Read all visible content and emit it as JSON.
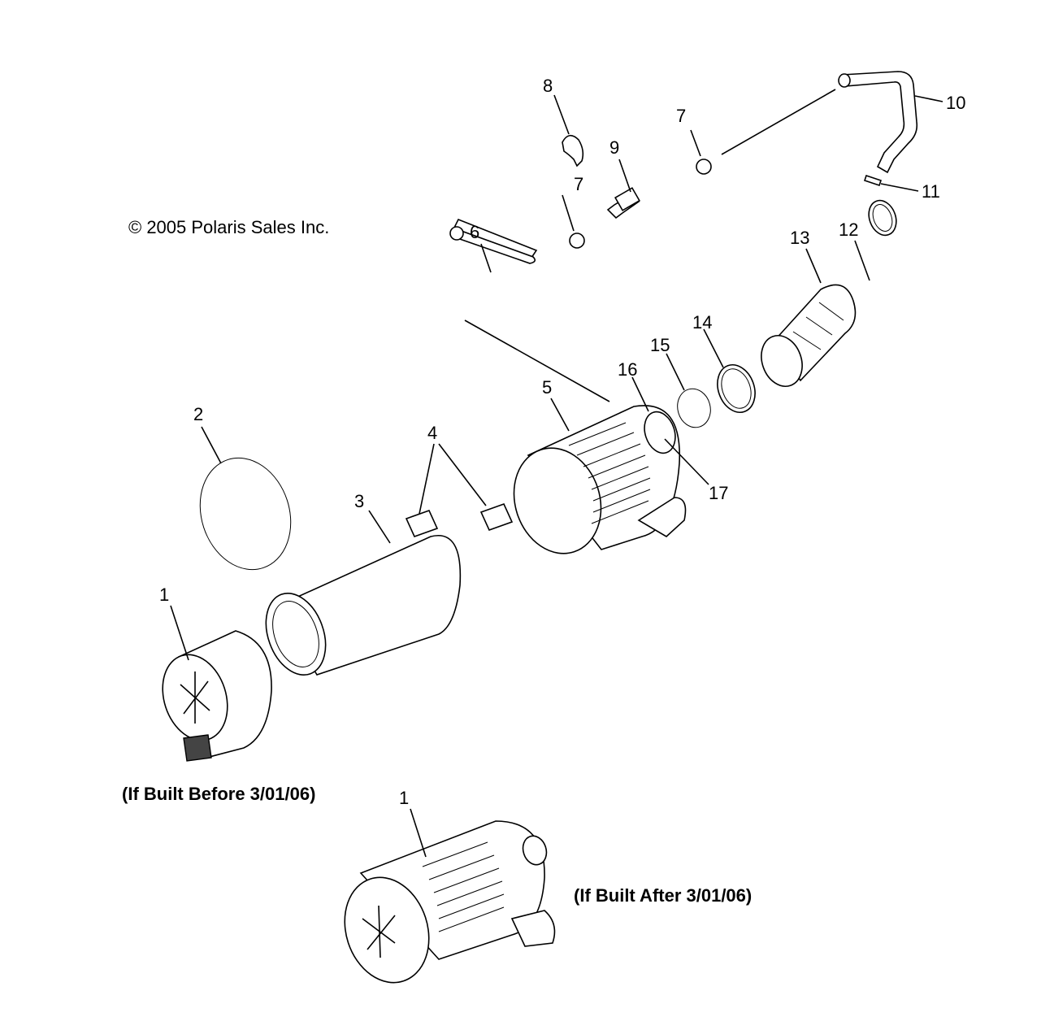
{
  "copyright": "© 2005 Polaris Sales Inc.",
  "notes": {
    "before": "(If Built Before 3/01/06)",
    "after": "(If Built After 3/01/06)"
  },
  "callouts": {
    "c1a": "1",
    "c1b": "1",
    "c2": "2",
    "c3": "3",
    "c4": "4",
    "c5": "5",
    "c6": "6",
    "c7a": "7",
    "c7b": "7",
    "c8": "8",
    "c9": "9",
    "c10": "10",
    "c11": "11",
    "c12": "12",
    "c13": "13",
    "c14": "14",
    "c15": "15",
    "c16": "16",
    "c17": "17"
  }
}
